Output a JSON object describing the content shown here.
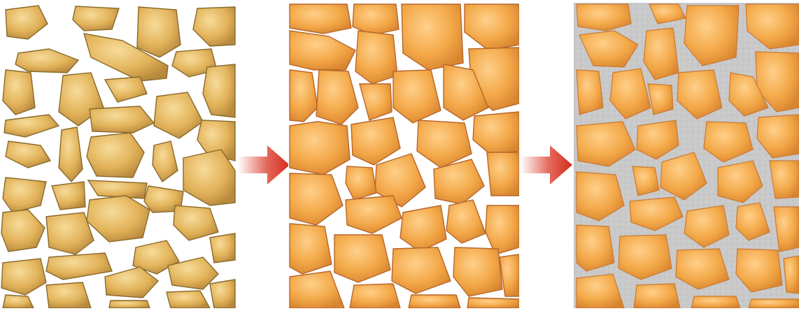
{
  "diagram": {
    "stages": [
      {
        "id": "loose",
        "background": "#ffffff",
        "grain_fill": "#e6b85c",
        "grain_stroke": "#8a6a2c"
      },
      {
        "id": "compacted",
        "background": "#ffffff",
        "grain_fill": "#f2a84a",
        "grain_stroke": "#b7662a"
      },
      {
        "id": "cemented",
        "background": "#c9c9c9",
        "grain_fill": "#f2a84a",
        "grain_stroke": "#b7662a"
      }
    ],
    "arrow_color": "#d42b1e",
    "arrow_fade_color": "#ffffff"
  }
}
